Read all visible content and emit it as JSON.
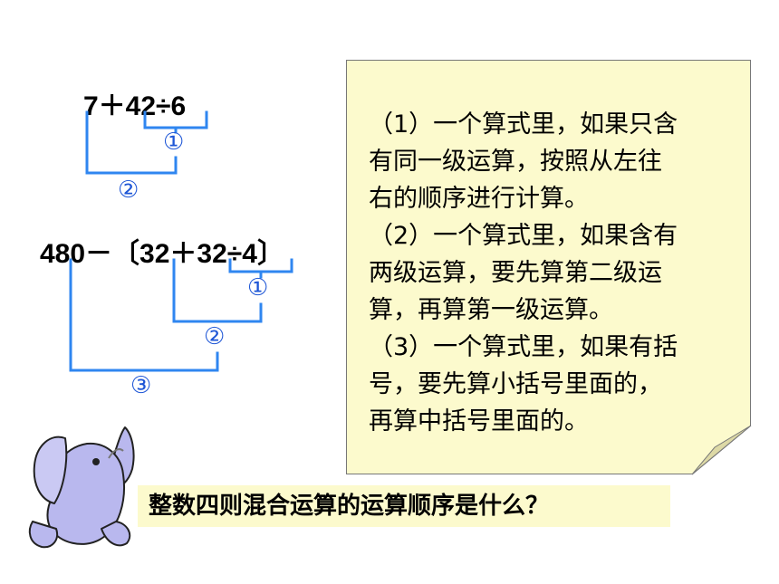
{
  "expression_1": {
    "text": "7＋42÷6",
    "step_marks": [
      "①",
      "②"
    ]
  },
  "expression_2": {
    "text": "480－〔32＋32÷4〕",
    "step_marks": [
      "①",
      "②",
      "③"
    ]
  },
  "rules_note": {
    "lines": [
      "（1）一个算式里，如果只含",
      "有同一级运算，按照从左往",
      "右的顺序进行计算。",
      "（2）一个算式里，如果含有",
      "两级运算，要先算第二级运",
      "算，再算第一级运算。",
      "（3）一个算式里，如果有括",
      "号，要先算小括号里面的，",
      "再算中括号里面的。"
    ]
  },
  "question": {
    "text": "整数四则混合运算的运算顺序是什么？"
  },
  "colors": {
    "bracket_blue": "#2f86f0",
    "step_mark_blue": "#1e56d6",
    "note_background": "#fcfacd",
    "elephant_fill": "#b9b8ee"
  },
  "icons": {
    "mascot": "elephant-icon"
  }
}
